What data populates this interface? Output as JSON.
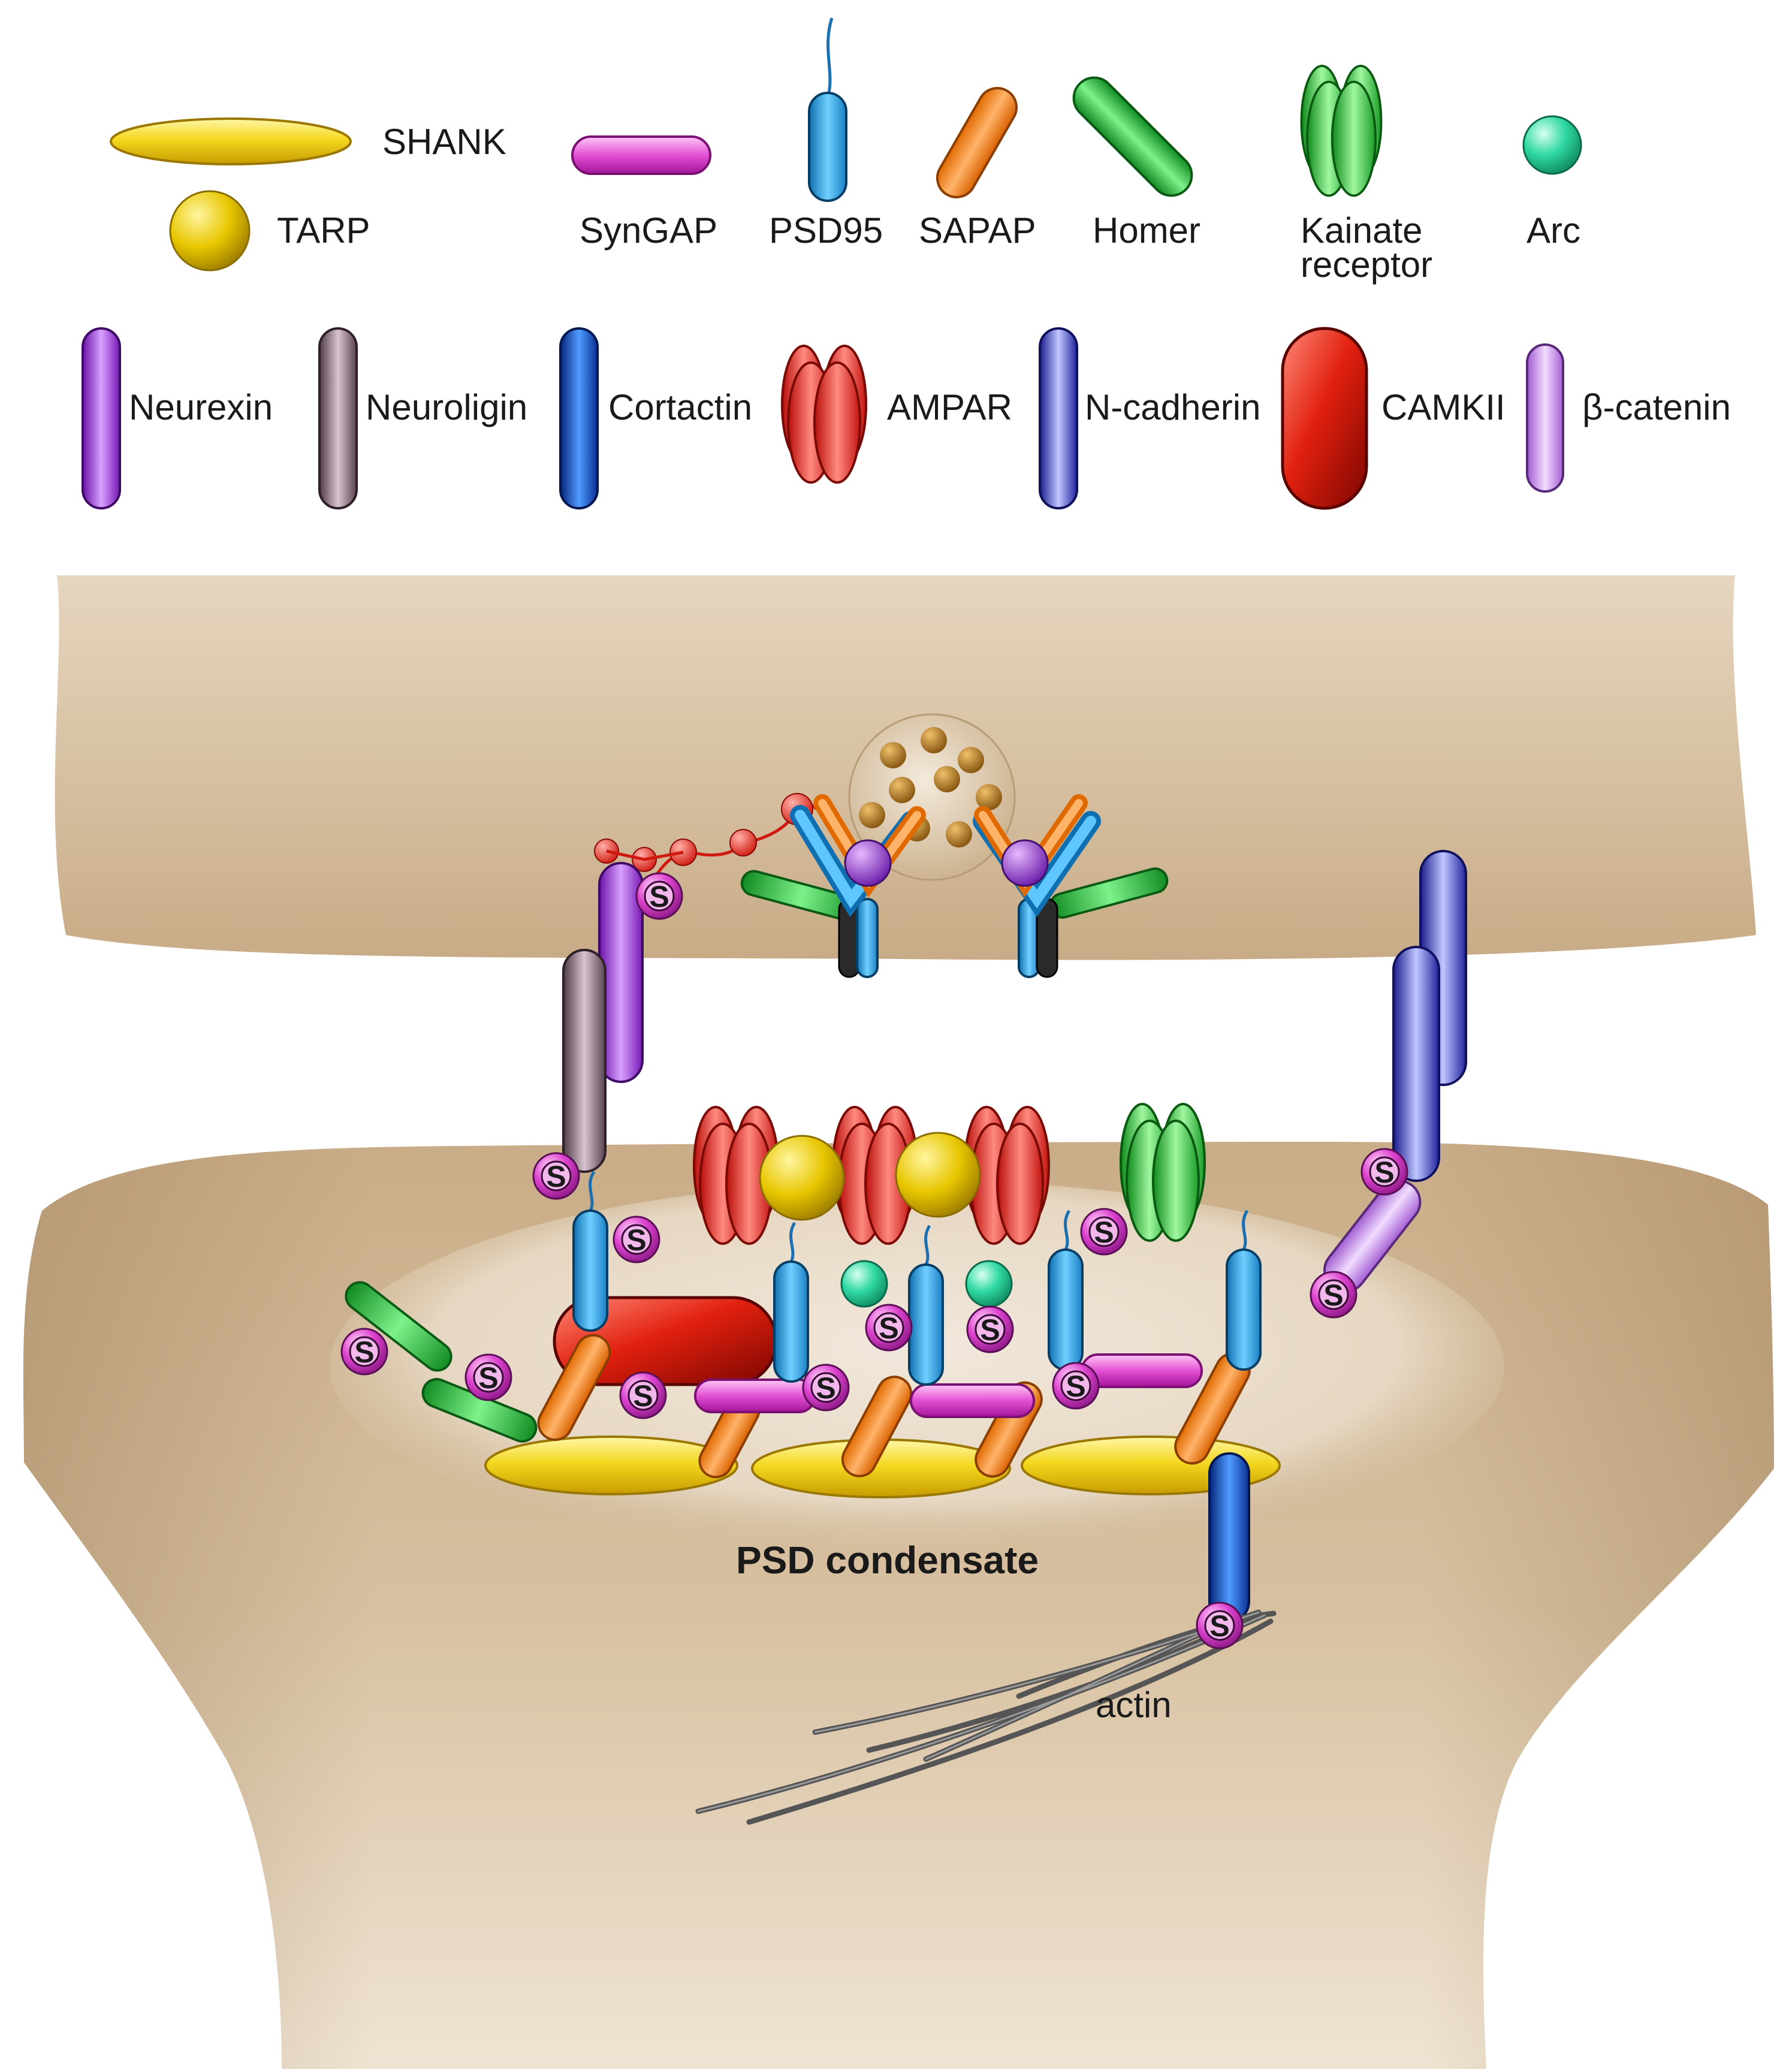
{
  "legend": {
    "shank": "SHANK",
    "tarp": "TARP",
    "syngap": "SynGAP",
    "psd95": "PSD95",
    "sapap": "SAPAP",
    "homer": "Homer",
    "kainate_line1": "Kainate",
    "kainate_line2": "receptor",
    "arc": "Arc",
    "neurexin": "Neurexin",
    "neuroligin": "Neuroligin",
    "cortactin": "Cortactin",
    "ampar": "AMPAR",
    "ncadherin": "N-cadherin",
    "camkii": "CAMKII",
    "bcatenin": "β-catenin"
  },
  "diagram": {
    "psd_label": "PSD condensate",
    "actin_label": "actin",
    "s_mark": "S"
  },
  "colors": {
    "membrane": "#d8c2a1",
    "membrane_dark": "#b39774",
    "condensate": "#eadfcf",
    "shank": "#f2d21a",
    "tarp": "#e6c200",
    "syngap": "#e455d6",
    "psd95": "#39a8e0",
    "sapap": "#f28a1e",
    "homer": "#2fb83f",
    "kainate": "#3cc43c",
    "arc": "#2ed6a0",
    "neurexin": "#9b3ad6",
    "neuroligin": "#8a6f80",
    "cortactin": "#1a4fd6",
    "ampar": "#e8231c",
    "ncadherin": "#3340d0",
    "camkii": "#d91c12",
    "bcatenin": "#c07ae8",
    "s_badge": "#d93ecb"
  }
}
